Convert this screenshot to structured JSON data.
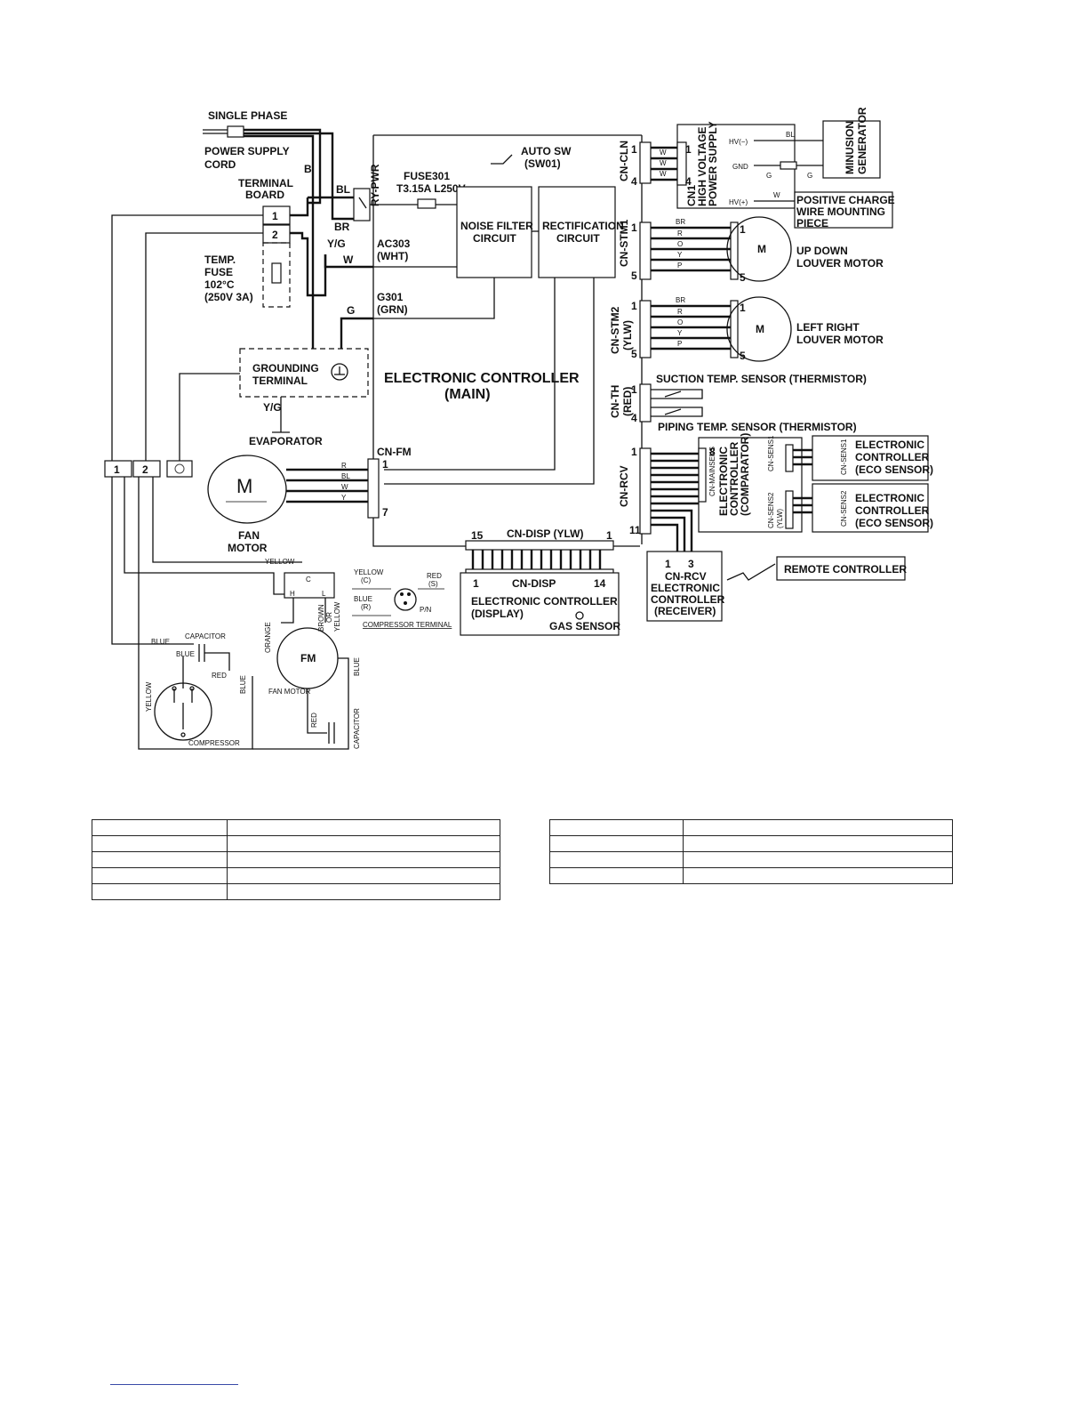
{
  "diagram": {
    "labels": {
      "single_phase": "SINGLE PHASE",
      "power_supply_cord_1": "POWER SUPPLY",
      "power_supply_cord_2": "CORD",
      "terminal_board_1": "TERMINAL",
      "terminal_board_2": "BOARD",
      "temp_fuse_1": "TEMP.",
      "temp_fuse_2": "FUSE",
      "temp_fuse_3": "102°C",
      "temp_fuse_4": "(250V 3A)",
      "wire_b": "B",
      "wire_bl": "BL",
      "wire_br": "BR",
      "wire_yg": "Y/G",
      "wire_w": "W",
      "wire_g": "G",
      "ry_pwr": "RY-PWR",
      "fuse301_1": "FUSE301",
      "fuse301_2": "T3.15A L250V",
      "auto_sw_1": "AUTO SW",
      "auto_sw_2": "(SW01)",
      "ac303_1": "AC303",
      "ac303_2": "(WHT)",
      "g301_1": "G301",
      "g301_2": "(GRN)",
      "noise_filter_1": "NOISE FILTER",
      "noise_filter_2": "CIRCUIT",
      "rectification_1": "RECTIFICATION",
      "rectification_2": "CIRCUIT",
      "grounding_1": "GROUNDING",
      "grounding_2": "TERMINAL",
      "evap_yg": "Y/G",
      "evaporator": "EVAPORATOR",
      "ec_main_1": "ELECTRONIC CONTROLLER",
      "ec_main_2": "(MAIN)",
      "cn_fm": "CN-FM",
      "fan_motor_1": "FAN",
      "fan_motor_2": "MOTOR",
      "motor_m": "M",
      "cn_cln": "CN-CLN",
      "cn1_hv": "CN1",
      "hv_power_1": "HIGH VOLTAGE",
      "hv_power_2": "POWER SUPPLY",
      "hv_minus": "HV(−)",
      "gnd": "GND",
      "hv_plus": "HV(+)",
      "minusion_1": "MINUSION",
      "minusion_2": "GENERATOR",
      "positive_1": "POSITIVE CHARGE",
      "positive_2": "WIRE MOUNTING",
      "positive_3": "PIECE",
      "cn_stm1": "CN-STM1",
      "cn_stm2_1": "CN-STM2",
      "cn_stm2_2": "(YLW)",
      "updown_1": "UP DOWN",
      "updown_2": "LOUVER MOTOR",
      "leftright_1": "LEFT RIGHT",
      "leftright_2": "LOUVER MOTOR",
      "cn_th_1": "CN-TH",
      "cn_th_2": "(RED)",
      "suction": "SUCTION TEMP. SENSOR (THERMISTOR)",
      "piping": "PIPING TEMP. SENSOR (THERMISTOR)",
      "cn_rcv": "CN-RCV",
      "cn_mainsens": "CN-MAINSENS",
      "comparator_1": "ELECTRONIC",
      "comparator_2": "CONTROLLER",
      "comparator_3": "(COMPARATOR)",
      "cn_sens1": "CN-SENS1",
      "cn_sens2": "CN-SENS2",
      "ylw": "(YLW)",
      "eco1_1": "ELECTRONIC",
      "eco1_2": "CONTROLLER",
      "eco1_3": "(ECO SENSOR)",
      "eco2_1": "ELECTRONIC",
      "eco2_2": "CONTROLLER",
      "eco2_3": "(ECO SENSOR)",
      "cn_disp_top": "CN-DISP (YLW)",
      "cn_disp_bottom": "CN-DISP",
      "disp_1": "ELECTRONIC CONTROLLER",
      "disp_2": "(DISPLAY)",
      "gas_sensor": "GAS SENSOR",
      "cn_rcv2": "CN-RCV",
      "receiver_1": "ELECTRONIC",
      "receiver_2": "CONTROLLER",
      "receiver_3": "(RECEIVER)",
      "remote": "REMOTE CONTROLLER",
      "yellow": "YELLOW",
      "yellow_c": "YELLOW",
      "c_label": "(C)",
      "red_s": "RED",
      "s_label": "(S)",
      "blue_r": "BLUE",
      "r_label": "(R)",
      "pin": "P/N",
      "compressor_terminal": "COMPRESSOR TERMINAL",
      "blue": "BLUE",
      "capacitor": "CAPACITOR",
      "blue2": "BLUE",
      "red": "RED",
      "blue3": "BLUE",
      "yellow_v": "YELLOW",
      "compressor": "COMPRESSOR",
      "orange": "ORANGE",
      "brown": "BROWN",
      "or": "OR",
      "yellow_bo": "YELLOW",
      "fm": "FM",
      "fan_motor_small": "FAN MOTOR",
      "blue_v": "BLUE",
      "red_v": "RED",
      "capacitor_v": "CAPACITOR",
      "c_term": "C",
      "h_term": "H",
      "l_term": "L"
    }
  }
}
